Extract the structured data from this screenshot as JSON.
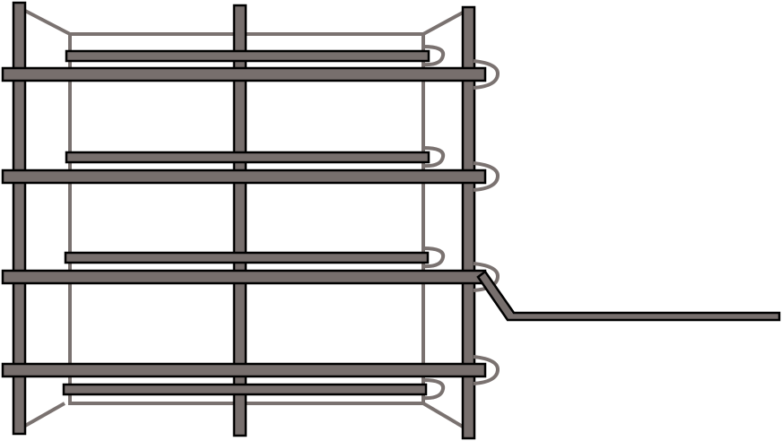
{
  "diagram": {
    "colors": {
      "rod_fill": "#776f6d",
      "rod_outline": "#000000",
      "wire": "#7a7270",
      "background": "#ffffff"
    },
    "components": [
      "vertical-posts",
      "long-horizontal-rods",
      "short-rods",
      "wire-frame",
      "wire-loops",
      "handle"
    ]
  }
}
